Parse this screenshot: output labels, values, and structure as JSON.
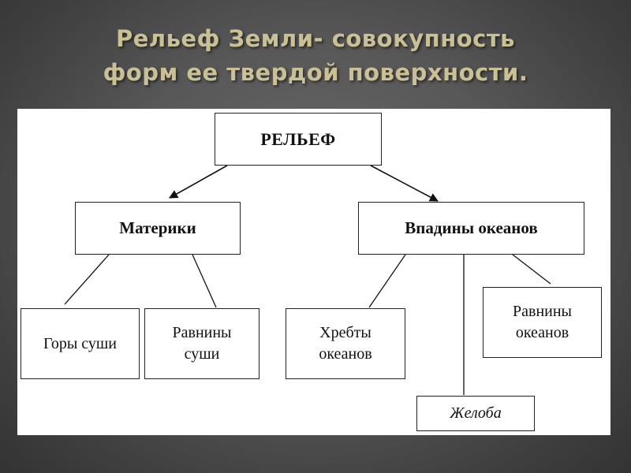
{
  "title": {
    "line1": "Рельеф Земли- совокупность",
    "line2": "форм ее твердой поверхности."
  },
  "diagram": {
    "root": "РЕЛЬЕФ",
    "continents": "Материки",
    "ocean_basins": "Впадины океанов",
    "land_mountains": "Горы суши",
    "land_plains": "Равнины\nсуши",
    "ocean_ridges": "Хребты\nокеанов",
    "ocean_plains": "Равнины\nокеанов",
    "trenches": "Желоба"
  },
  "colors": {
    "title_text": "#c9c095",
    "background": "#585858",
    "canvas": "#ffffff",
    "stroke": "#222222"
  }
}
